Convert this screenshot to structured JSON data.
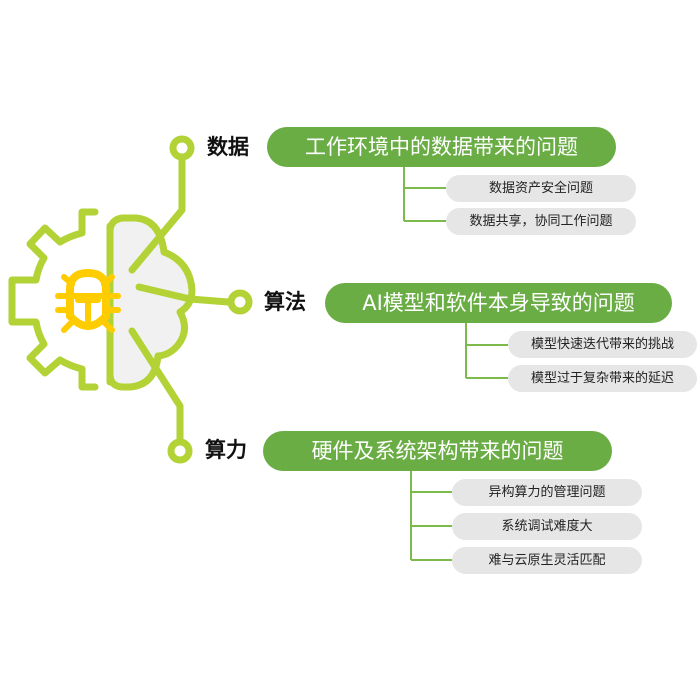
{
  "colors": {
    "lime": "#b2d235",
    "pill_green": "#6aad45",
    "tree_line": "#7cbb4b",
    "bug_yellow": "#ffcc00",
    "cloud_fill": "#f1f1f1",
    "sub_pill_bg": "#e6e6e6"
  },
  "icon": {
    "name": "gear-brain-bug-icon",
    "parts": [
      "gear-outline",
      "bug",
      "cloud-brain",
      "circuit-nodes"
    ]
  },
  "branches": [
    {
      "category": "数据",
      "title": "工作环境中的数据带来的问题",
      "items": [
        "数据资产安全问题",
        "数据共享，协同工作问题"
      ]
    },
    {
      "category": "算法",
      "title": "AI模型和软件本身导致的问题",
      "items": [
        "模型快速迭代带来的挑战",
        "模型过于复杂带来的延迟"
      ]
    },
    {
      "category": "算力",
      "title": "硬件及系统架构带来的问题",
      "items": [
        "异构算力的管理问题",
        "系统调试难度大",
        "难与云原生灵活匹配"
      ]
    }
  ]
}
